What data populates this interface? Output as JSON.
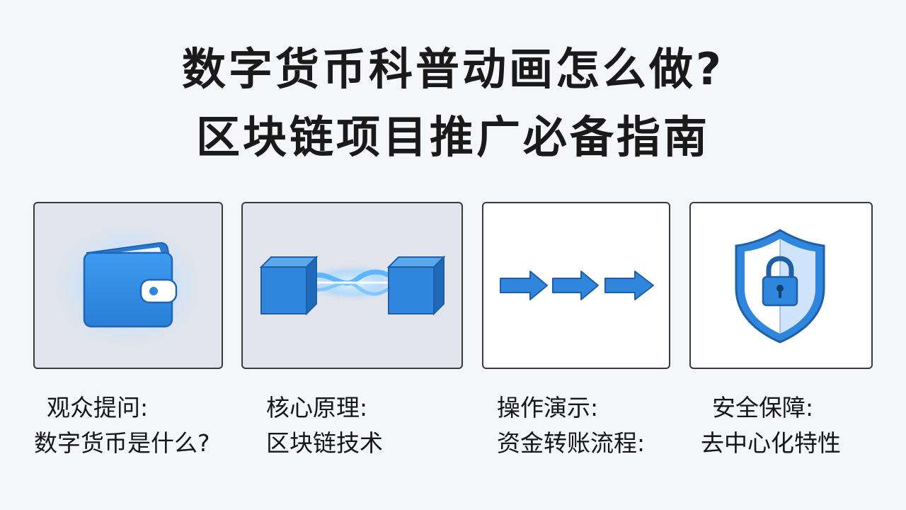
{
  "title": {
    "line1": "数字货币科普动画怎么做?",
    "line2": "区块链项目推广必备指南"
  },
  "panels": [
    {
      "icon": "wallet-icon",
      "caption_line1": "观众提问:",
      "caption_line2": "数字货币是什么?"
    },
    {
      "icon": "blockchain-link-icon",
      "caption_line1": "核心原理:",
      "caption_line2": "区块链技术"
    },
    {
      "icon": "arrow-flow-icon",
      "caption_line1": "操作演示:",
      "caption_line2": "资金转账流程:"
    },
    {
      "icon": "shield-lock-icon",
      "caption_line1": "安全保障:",
      "caption_line2": "去中心化特性"
    }
  ],
  "colors": {
    "accent_blue": "#2f86dc",
    "light_blue": "#cfe4fb",
    "panel_gray": "#e1e4ec",
    "background": "#f4f6f9"
  }
}
